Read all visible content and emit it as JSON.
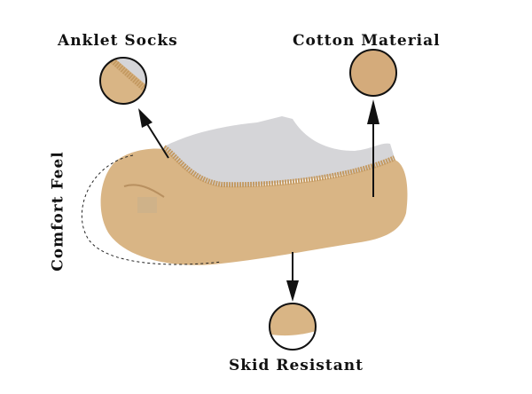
{
  "labels": {
    "anklet": "Anklet Socks",
    "cotton": "Cotton Material",
    "comfort": "Comfort Feel",
    "skid": "Skid Resistant"
  },
  "colors": {
    "sock": "#d9b585",
    "trim": "#c9a06a",
    "liner": "#d5d5d8",
    "outline": "#111111"
  }
}
